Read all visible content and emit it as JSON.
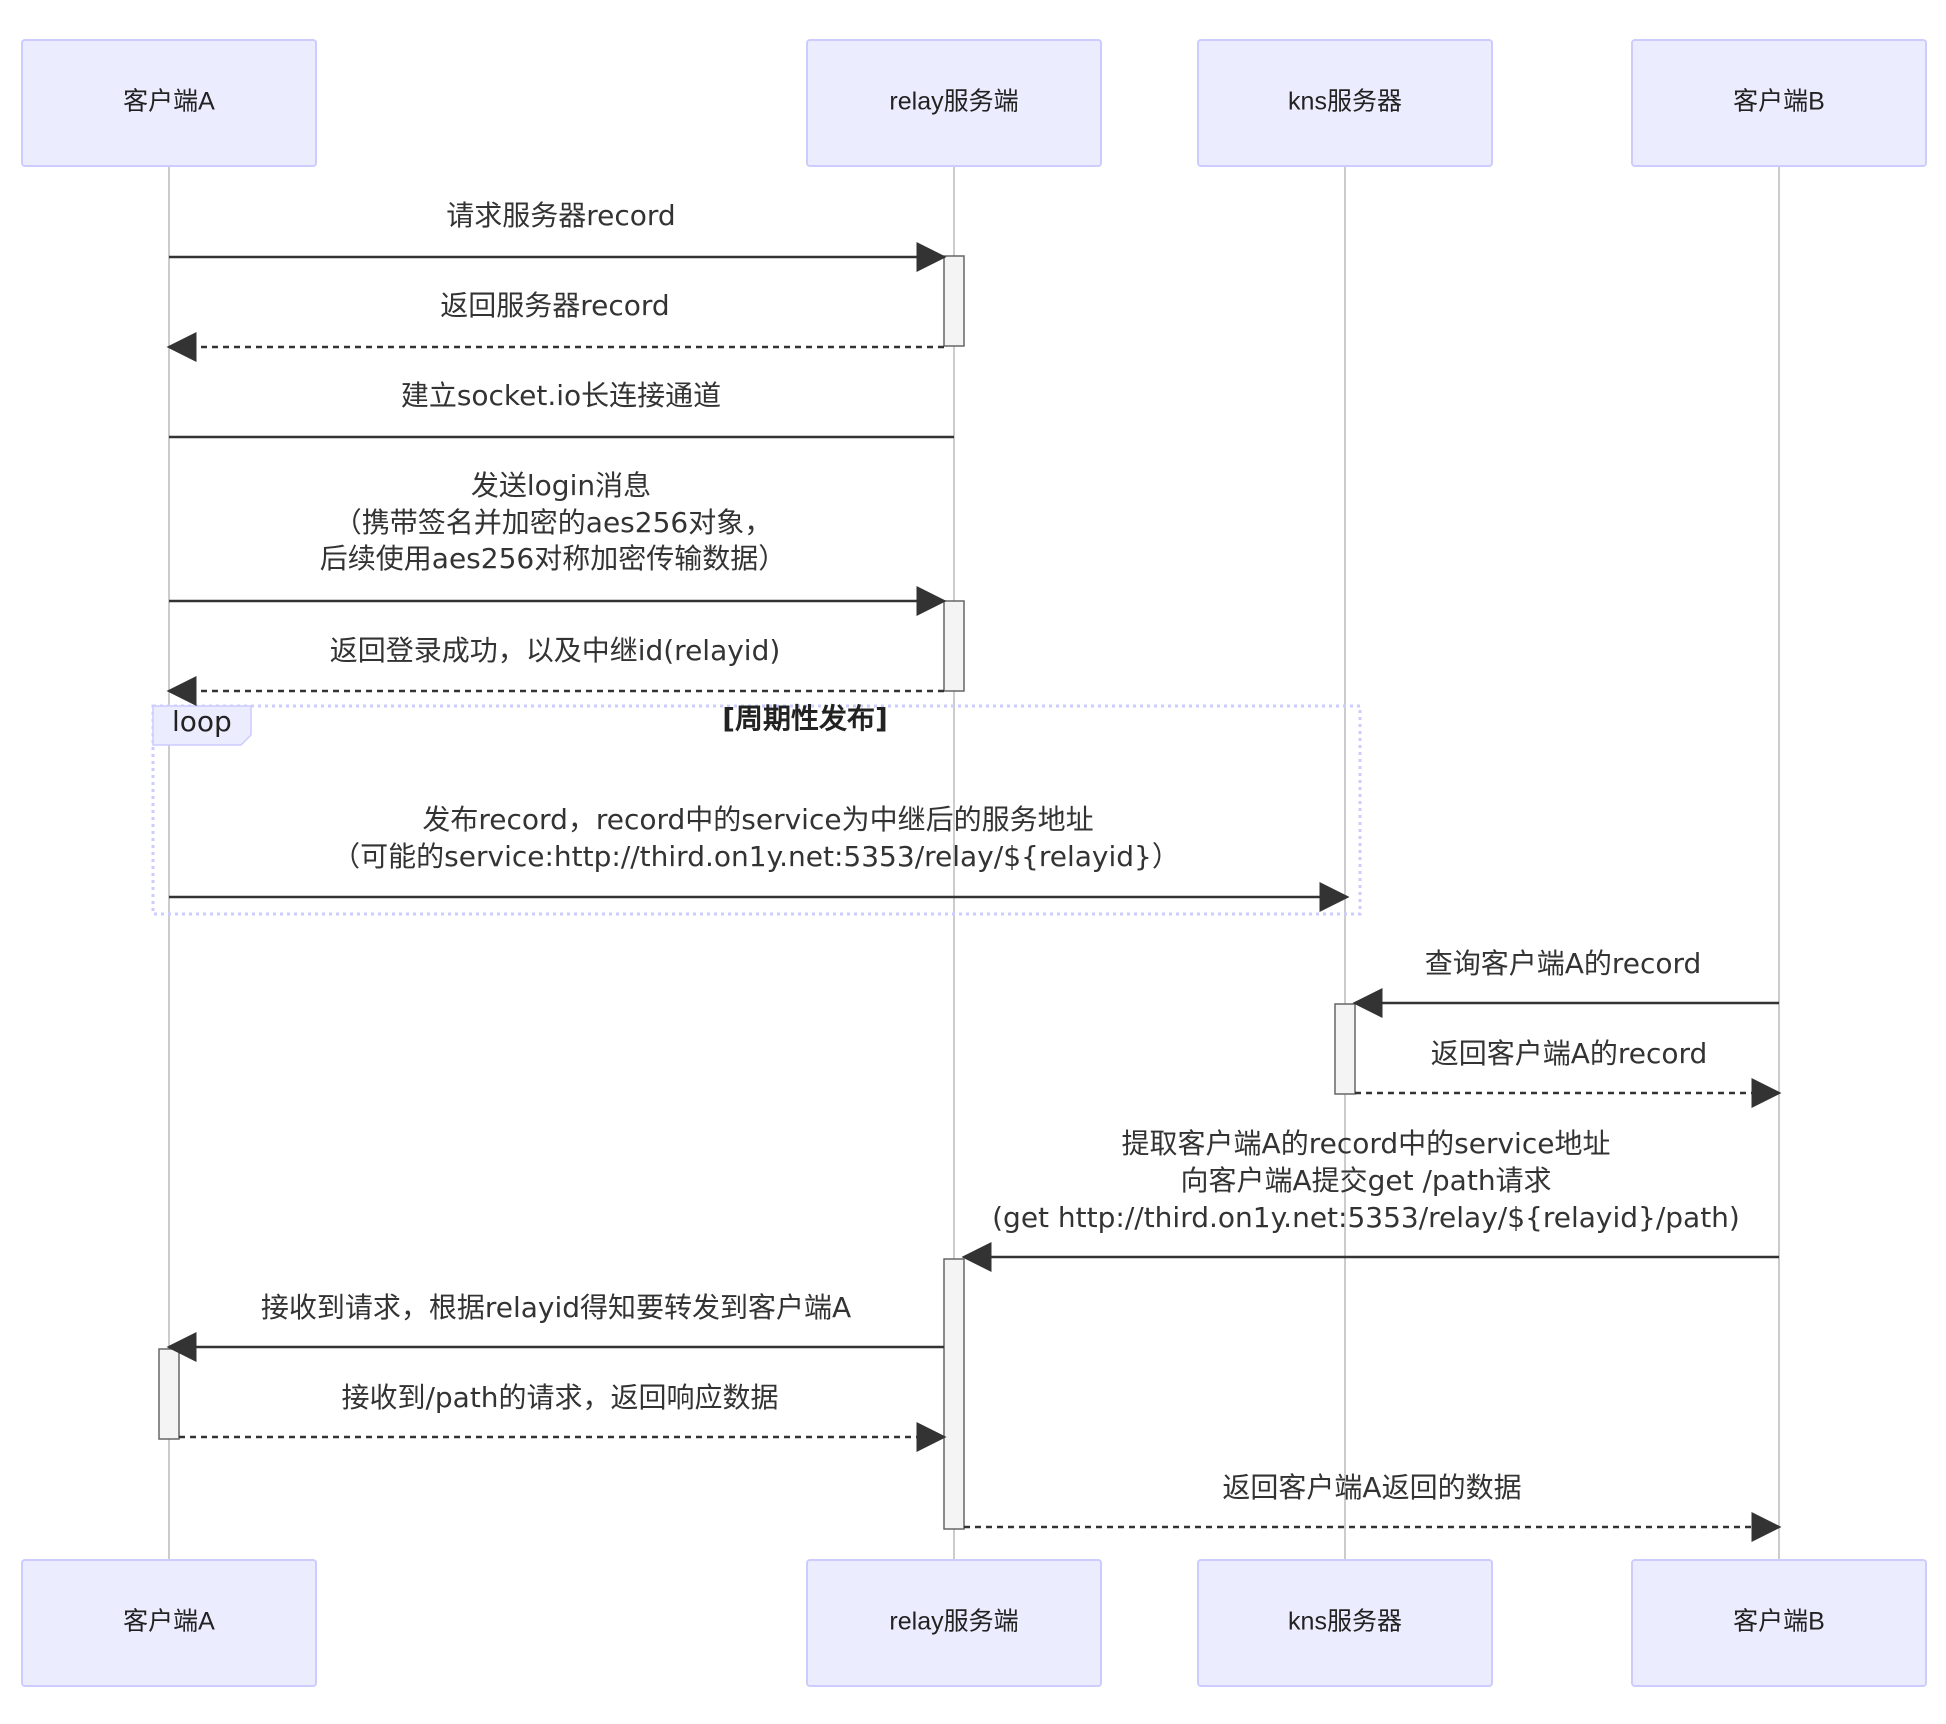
{
  "actors": [
    {
      "id": "a",
      "label": "客户端A"
    },
    {
      "id": "relay",
      "label": "relay服务端"
    },
    {
      "id": "kns",
      "label": "kns服务器"
    },
    {
      "id": "b",
      "label": "客户端B"
    }
  ],
  "loop": {
    "label": "loop",
    "condition": "[周期性发布]"
  },
  "messages": [
    {
      "id": "m1",
      "lines": [
        "请求服务器record"
      ]
    },
    {
      "id": "m2",
      "lines": [
        "返回服务器record"
      ]
    },
    {
      "id": "m3",
      "lines": [
        "建立socket.io长连接通道"
      ]
    },
    {
      "id": "m4",
      "lines": [
        "发送login消息",
        "（携带签名并加密的aes256对象，",
        "后续使用aes256对称加密传输数据）"
      ]
    },
    {
      "id": "m5",
      "lines": [
        "返回登录成功，以及中继id(relayid)"
      ]
    },
    {
      "id": "m6",
      "lines": [
        "发布record，record中的service为中继后的服务地址",
        "（可能的service:http://third.on1y.net:5353/relay/${relayid}）"
      ]
    },
    {
      "id": "m7",
      "lines": [
        "查询客户端A的record"
      ]
    },
    {
      "id": "m8",
      "lines": [
        "返回客户端A的record"
      ]
    },
    {
      "id": "m9",
      "lines": [
        "提取客户端A的record中的service地址",
        "向客户端A提交get /path请求",
        "(get http://third.on1y.net:5353/relay/${relayid}/path)"
      ]
    },
    {
      "id": "m10",
      "lines": [
        "接收到请求，根据relayid得知要转发到客户端A"
      ]
    },
    {
      "id": "m11",
      "lines": [
        "接收到/path的请求，返回响应数据"
      ]
    },
    {
      "id": "m12",
      "lines": [
        "返回客户端A返回的数据"
      ]
    }
  ],
  "colors": {
    "actor_fill": "#ECECFF",
    "actor_stroke": "#CCCCFF",
    "lifeline": "#999999",
    "arrow": "#333333",
    "activation_fill": "#F4F4F4",
    "activation_stroke": "#666666",
    "loop_stroke": "#CCCCFF"
  }
}
